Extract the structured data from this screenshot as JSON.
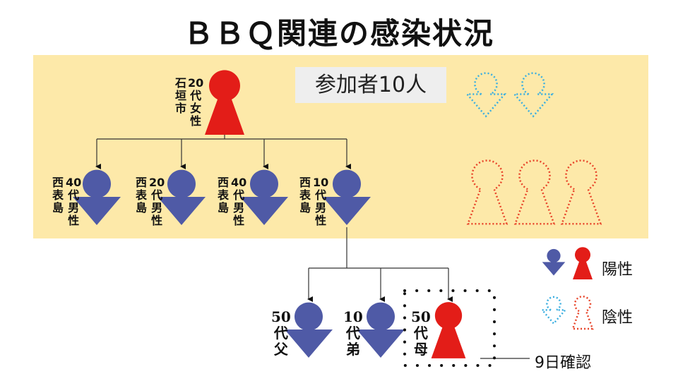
{
  "title": "ＢＢＱ関連の感染状況",
  "participants": "参加者10人",
  "colors": {
    "positive_male": "#4f5aa6",
    "positive_female": "#e31d18",
    "negative_male": "#3aaee0",
    "negative_female": "#e8452a",
    "panel": "#fde9a9"
  },
  "origin": {
    "place": [
      "石",
      "垣",
      "市"
    ],
    "person": [
      "20",
      "代",
      "女",
      "性"
    ]
  },
  "contacts": [
    {
      "place": [
        "西",
        "表",
        "島"
      ],
      "person": [
        "40",
        "代",
        "男",
        "性"
      ]
    },
    {
      "place": [
        "西",
        "表",
        "島"
      ],
      "person": [
        "20",
        "代",
        "男",
        "性"
      ]
    },
    {
      "place": [
        "西",
        "表",
        "島"
      ],
      "person": [
        "40",
        "代",
        "男",
        "性"
      ]
    },
    {
      "place": [
        "西",
        "表",
        "島"
      ],
      "person": [
        "10",
        "代",
        "男",
        "性"
      ]
    }
  ],
  "family": [
    {
      "person": [
        "50",
        "代",
        "父"
      ]
    },
    {
      "person": [
        "10",
        "代",
        "弟"
      ]
    },
    {
      "person": [
        "50",
        "代",
        "母"
      ]
    }
  ],
  "confirmed_note": "9日確認",
  "legend": {
    "positive": "陽性",
    "negative": "陰性"
  }
}
